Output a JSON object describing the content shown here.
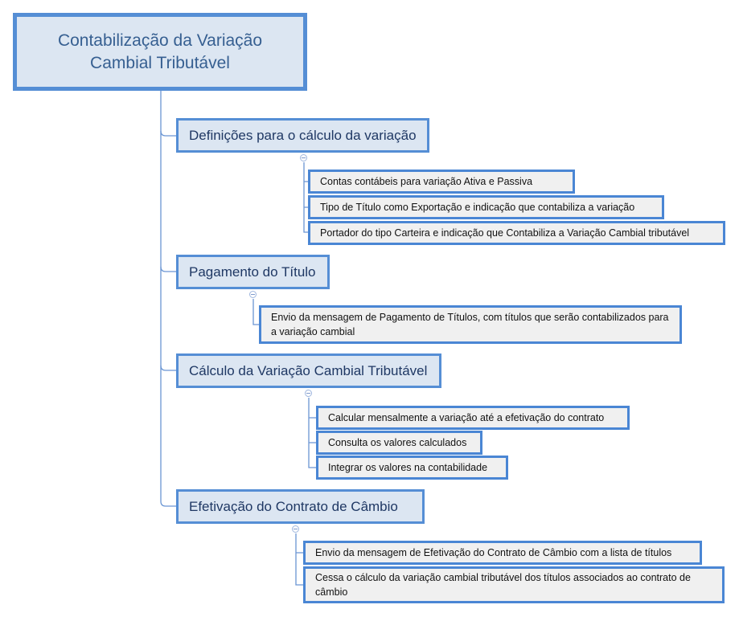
{
  "root": {
    "title": "Contabilização da Variação Cambial Tributável"
  },
  "branches": [
    {
      "label": "Definições para o cálculo da variação",
      "children": [
        "Contas contábeis para variação Ativa e Passiva",
        "Tipo de Título como Exportação e indicação que contabiliza a variação",
        "Portador do tipo Carteira e indicação que Contabiliza a Variação Cambial tributável"
      ]
    },
    {
      "label": "Pagamento do Título",
      "children": [
        "Envio da mensagem de Pagamento de Títulos, com títulos que serão contabilizados para a variação cambial"
      ]
    },
    {
      "label": "Cálculo da Variação Cambial Tributável",
      "children": [
        "Calcular mensalmente a variação até a efetivação do contrato",
        "Consulta os valores calculados",
        "Integrar os valores na contabilidade"
      ]
    },
    {
      "label": "Efetivação do Contrato de Câmbio",
      "children": [
        "Envio da mensagem de Efetivação do Contrato de Câmbio com a lista de títulos",
        "Cessa o cálculo da variação cambial tributável dos títulos associados ao contrato de câmbio"
      ]
    }
  ],
  "colors": {
    "border": "#558ed5",
    "topic_fill": "#dce6f2",
    "leaf_fill": "#f0f0f0"
  }
}
